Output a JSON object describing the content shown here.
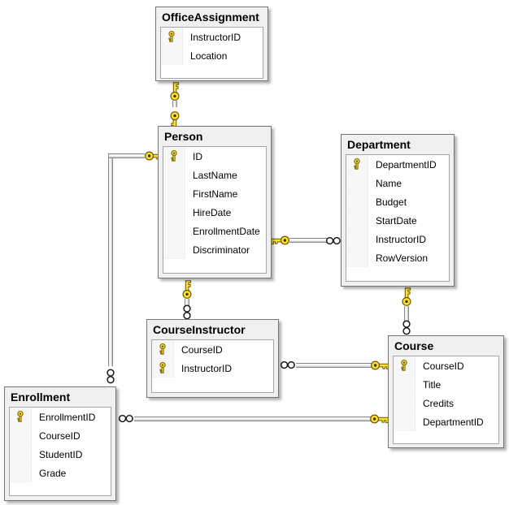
{
  "diagram": {
    "type": "database-entity-relationship-diagram",
    "colors": {
      "background": "#FFFFFF",
      "table_background": "#F0F0F0",
      "table_border": "#757575",
      "grid_background": "#FFFFFF",
      "grid_border": "#A6A6A6",
      "key_icon_yellow": "#FFE133",
      "connector_gray": "#8A8A8A"
    }
  },
  "tables": {
    "office_assignment": {
      "title": "OfficeAssignment",
      "fields": [
        {
          "name": "InstructorID",
          "primary_key": true
        },
        {
          "name": "Location",
          "primary_key": false
        }
      ]
    },
    "person": {
      "title": "Person",
      "fields": [
        {
          "name": "ID",
          "primary_key": true
        },
        {
          "name": "LastName",
          "primary_key": false
        },
        {
          "name": "FirstName",
          "primary_key": false
        },
        {
          "name": "HireDate",
          "primary_key": false
        },
        {
          "name": "EnrollmentDate",
          "primary_key": false
        },
        {
          "name": "Discriminator",
          "primary_key": false
        }
      ]
    },
    "department": {
      "title": "Department",
      "fields": [
        {
          "name": "DepartmentID",
          "primary_key": true
        },
        {
          "name": "Name",
          "primary_key": false
        },
        {
          "name": "Budget",
          "primary_key": false
        },
        {
          "name": "StartDate",
          "primary_key": false
        },
        {
          "name": "InstructorID",
          "primary_key": false
        },
        {
          "name": "RowVersion",
          "primary_key": false
        }
      ]
    },
    "course_instructor": {
      "title": "CourseInstructor",
      "fields": [
        {
          "name": "CourseID",
          "primary_key": true
        },
        {
          "name": "InstructorID",
          "primary_key": true
        }
      ]
    },
    "course": {
      "title": "Course",
      "fields": [
        {
          "name": "CourseID",
          "primary_key": true
        },
        {
          "name": "Title",
          "primary_key": false
        },
        {
          "name": "Credits",
          "primary_key": false
        },
        {
          "name": "DepartmentID",
          "primary_key": false
        }
      ]
    },
    "enrollment": {
      "title": "Enrollment",
      "fields": [
        {
          "name": "EnrollmentID",
          "primary_key": true
        },
        {
          "name": "CourseID",
          "primary_key": false
        },
        {
          "name": "StudentID",
          "primary_key": false
        },
        {
          "name": "Grade",
          "primary_key": false
        }
      ]
    }
  },
  "relationships": [
    {
      "from": "OfficeAssignment",
      "to": "Person",
      "from_end": "key",
      "to_end": "key",
      "cardinality": "one-to-one"
    },
    {
      "from": "Person",
      "to": "Enrollment",
      "from_end": "key",
      "to_end": "infinity",
      "cardinality": "one-to-many"
    },
    {
      "from": "Person",
      "to": "Department",
      "from_end": "key",
      "to_end": "infinity",
      "cardinality": "one-to-many"
    },
    {
      "from": "Person",
      "to": "CourseInstructor",
      "from_end": "key",
      "to_end": "infinity",
      "cardinality": "one-to-many"
    },
    {
      "from": "Department",
      "to": "Course",
      "from_end": "key",
      "to_end": "infinity",
      "cardinality": "one-to-many"
    },
    {
      "from": "Course",
      "to": "CourseInstructor",
      "from_end": "key",
      "to_end": "infinity",
      "cardinality": "one-to-many"
    },
    {
      "from": "Course",
      "to": "Enrollment",
      "from_end": "key",
      "to_end": "infinity",
      "cardinality": "one-to-many"
    }
  ]
}
